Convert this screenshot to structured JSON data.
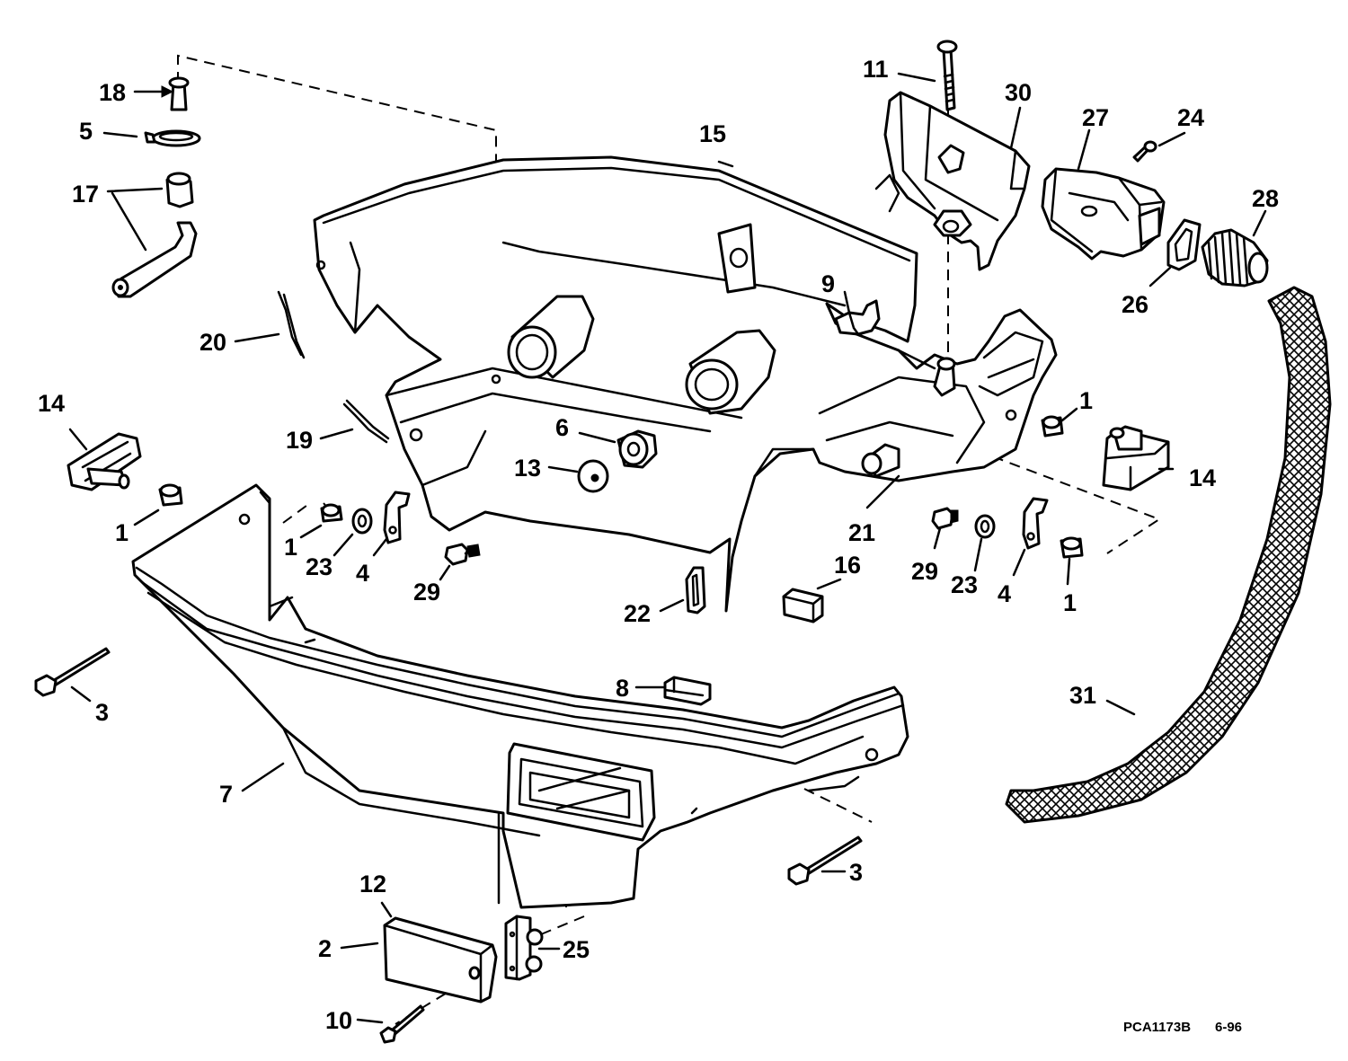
{
  "diagram": {
    "drawing_code": "PCA1173B",
    "revision_date": "6-96",
    "callouts": {
      "n1a": "1",
      "n1b": "1",
      "n1c": "1",
      "n1d": "1",
      "n2": "2",
      "n3a": "3",
      "n3b": "3",
      "n4a": "4",
      "n4b": "4",
      "n5": "5",
      "n6": "6",
      "n7": "7",
      "n8": "8",
      "n9": "9",
      "n10": "10",
      "n11": "11",
      "n12": "12",
      "n13": "13",
      "n14a": "14",
      "n14b": "14",
      "n15": "15",
      "n16": "16",
      "n17": "17",
      "n18": "18",
      "n19": "19",
      "n20": "20",
      "n21": "21",
      "n22": "22",
      "n23a": "23",
      "n23b": "23",
      "n24": "24",
      "n25": "25",
      "n26": "26",
      "n27": "27",
      "n28": "28",
      "n29a": "29",
      "n29b": "29",
      "n30": "30",
      "n31": "31"
    }
  }
}
